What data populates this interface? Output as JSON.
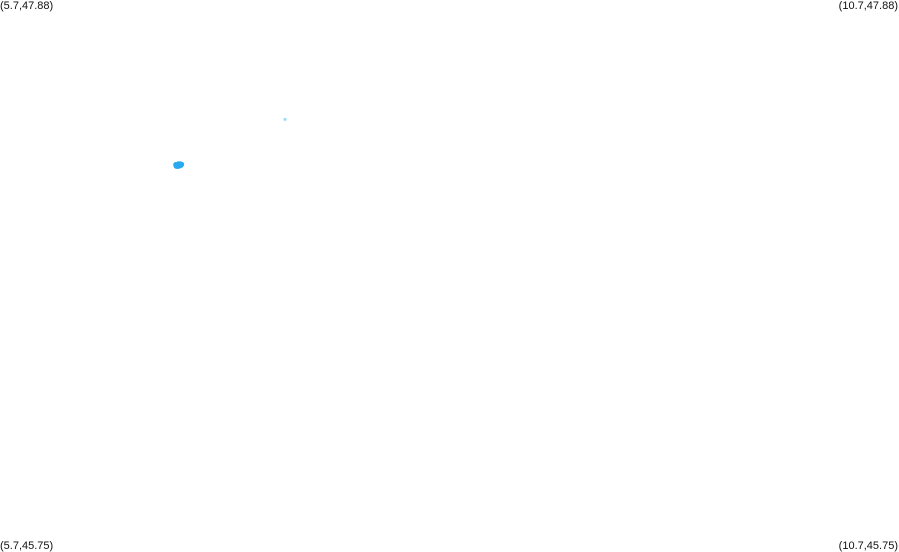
{
  "corners": {
    "top_left": "(5.7,47.88)",
    "top_right": "(10.7,47.88)",
    "bottom_left": "(5.7,45.75)",
    "bottom_right": "(10.7,45.75)"
  },
  "bounds": {
    "lon_min": 5.7,
    "lon_max": 10.7,
    "lat_min": 45.75,
    "lat_max": 47.88
  },
  "point_color": "#29a9f0",
  "faint_point_color": "#8fdcf8",
  "points": [
    {
      "lon": 6.6775,
      "lat": 47.2448
    },
    {
      "lon": 6.6831,
      "lat": 47.2406
    },
    {
      "lon": 6.6886,
      "lat": 47.2452
    },
    {
      "lon": 6.6942,
      "lat": 47.2414
    },
    {
      "lon": 6.6998,
      "lat": 47.246
    },
    {
      "lon": 6.7053,
      "lat": 47.2418
    },
    {
      "lon": 6.7098,
      "lat": 47.2456
    },
    {
      "lon": 6.6797,
      "lat": 47.239
    },
    {
      "lon": 6.6875,
      "lat": 47.238
    },
    {
      "lon": 6.6964,
      "lat": 47.2395
    },
    {
      "lon": 6.702,
      "lat": 47.2475
    },
    {
      "lon": 6.692,
      "lat": 47.2474
    },
    {
      "lon": 6.7075,
      "lat": 47.2436
    }
  ],
  "faint_points": [
    {
      "lon": 7.2853,
      "lat": 47.4191
    }
  ]
}
